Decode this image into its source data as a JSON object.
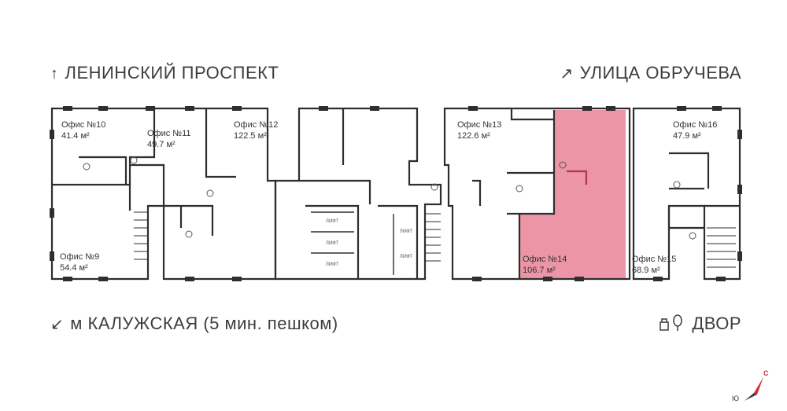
{
  "streets": {
    "top_left": "ЛЕНИНСКИЙ ПРОСПЕКТ",
    "top_right": "УЛИЦА ОБРУЧЕВА",
    "bottom_left": "м КАЛУЖСКАЯ (5 мин. пешком)",
    "bottom_right": "ДВОР"
  },
  "offices": [
    {
      "name": "Офис №10",
      "area": "41.4 м²",
      "highlighted": false
    },
    {
      "name": "Офис №11",
      "area": "49.7 м²",
      "highlighted": false
    },
    {
      "name": "Офис №12",
      "area": "122.5 м²",
      "highlighted": false
    },
    {
      "name": "Офис №13",
      "area": "122.6 м²",
      "highlighted": false
    },
    {
      "name": "Офис №16",
      "area": "47.9 м²",
      "highlighted": false
    },
    {
      "name": "Офис №9",
      "area": "54.4 м²",
      "highlighted": false
    },
    {
      "name": "Офис №14",
      "area": "106.7 м²",
      "highlighted": true
    },
    {
      "name": "Офис №15",
      "area": "68.9 м²",
      "highlighted": false
    }
  ],
  "lift_label": "ЛИФТ",
  "compass": {
    "north": "С",
    "south": "Ю"
  },
  "colors": {
    "highlight": "#e98a9d",
    "wall": "#2e2e2e",
    "accent": "#d1293a"
  }
}
